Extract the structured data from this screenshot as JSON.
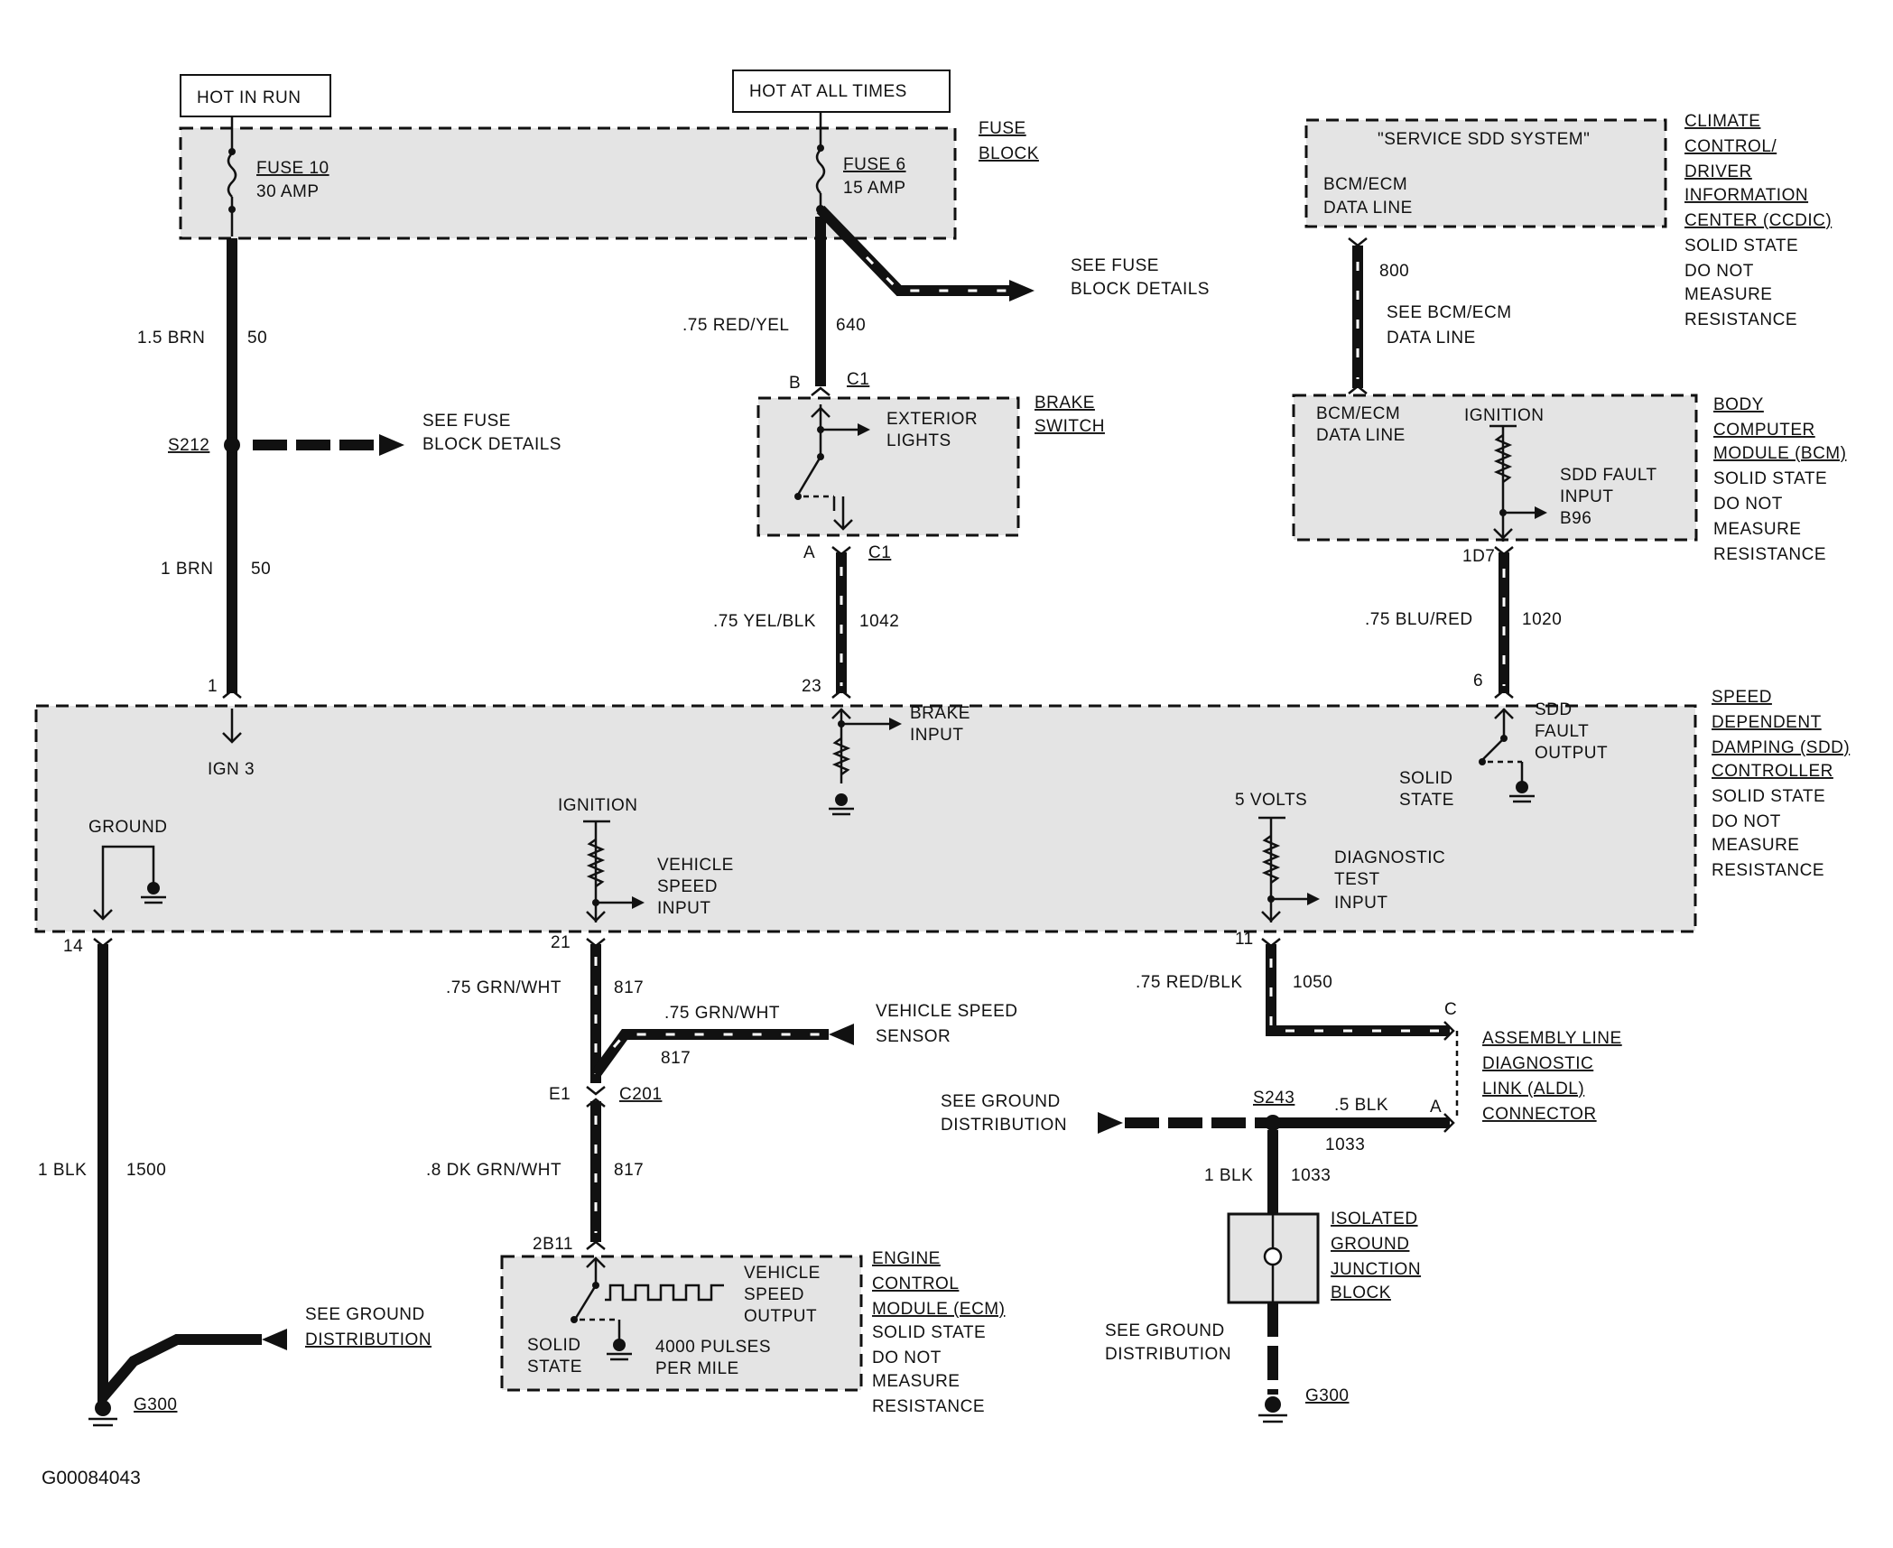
{
  "tags": {
    "hot_in_run": "HOT IN RUN",
    "hot_at_all_times": "HOT AT ALL TIMES"
  },
  "fuse_block": {
    "title_1": "FUSE",
    "title_2": "BLOCK",
    "fuse10_name": "FUSE 10",
    "fuse10_rating": "30 AMP",
    "fuse6_name": "FUSE 6",
    "fuse6_rating": "15 AMP"
  },
  "ccdic": {
    "message": "\"SERVICE SDD SYSTEM\"",
    "dataline_1": "BCM/ECM",
    "dataline_2": "DATA LINE",
    "title_lines": [
      "CLIMATE",
      "CONTROL/",
      "DRIVER",
      "INFORMATION",
      "CENTER (CCDIC)"
    ],
    "note_lines": [
      "SOLID STATE",
      "DO NOT",
      "MEASURE",
      "RESISTANCE"
    ]
  },
  "bcm": {
    "dataline_1": "BCM/ECM",
    "dataline_2": "DATA LINE",
    "ignition": "IGNITION",
    "fault_1": "SDD FAULT",
    "fault_2": "INPUT",
    "fault_3": "B96",
    "title_lines": [
      "BODY",
      "COMPUTER",
      "MODULE (BCM)"
    ],
    "note_lines": [
      "SOLID STATE",
      "DO NOT",
      "MEASURE",
      "RESISTANCE"
    ]
  },
  "brake_switch": {
    "title_1": "BRAKE",
    "title_2": "SWITCH",
    "ext_1": "EXTERIOR",
    "ext_2": "LIGHTS",
    "pin_b": "B",
    "pin_a": "A",
    "conn_top": "C1",
    "conn_bot": "C1"
  },
  "sdd": {
    "ign3": "IGN 3",
    "ground": "GROUND",
    "ignition": "IGNITION",
    "vss_1": "VEHICLE",
    "vss_2": "SPEED",
    "vss_3": "INPUT",
    "brake_1": "BRAKE",
    "brake_2": "INPUT",
    "five_volts": "5 VOLTS",
    "diag_1": "DIAGNOSTIC",
    "diag_2": "TEST",
    "diag_3": "INPUT",
    "fault_1": "SDD",
    "fault_2": "FAULT",
    "fault_3": "OUTPUT",
    "solid_1": "SOLID",
    "solid_2": "STATE",
    "title_lines": [
      "SPEED",
      "DEPENDENT",
      "DAMPING (SDD)",
      "CONTROLLER"
    ],
    "note_lines": [
      "SOLID STATE",
      "DO NOT",
      "MEASURE",
      "RESISTANCE"
    ]
  },
  "ecm": {
    "out_1": "VEHICLE",
    "out_2": "SPEED",
    "out_3": "OUTPUT",
    "solid_1": "SOLID",
    "solid_2": "STATE",
    "pulses_1": "4000 PULSES",
    "pulses_2": "PER MILE",
    "title_lines": [
      "ENGINE",
      "CONTROL",
      "MODULE (ECM)"
    ],
    "note_lines": [
      "SOLID STATE",
      "DO NOT",
      "MEASURE",
      "RESISTANCE"
    ]
  },
  "aldl": {
    "title_lines": [
      "ASSEMBLY LINE",
      "DIAGNOSTIC",
      "LINK (ALDL)",
      "CONNECTOR"
    ],
    "pin_c": "C",
    "pin_a": "A"
  },
  "igjb": {
    "title_lines": [
      "ISOLATED",
      "GROUND",
      "JUNCTION",
      "BLOCK"
    ]
  },
  "wires": {
    "w1_gauge": "1.5 BRN",
    "w1_circuit": "50",
    "w2_gauge": "1 BRN",
    "w2_circuit": "50",
    "w3_gauge": ".75 RED/YEL",
    "w3_circuit": "640",
    "w4_gauge": ".75 YEL/BLK",
    "w4_circuit": "1042",
    "w5_circuit": "800",
    "w6_gauge": ".75 BLU/RED",
    "w6_circuit": "1020",
    "w7_gauge": "1 BLK",
    "w7_circuit": "1500",
    "w8_gauge": ".75 GRN/WHT",
    "w8_circuit": "817",
    "w9_gauge": ".75 GRN/WHT",
    "w9_circuit": "817",
    "w10_gauge": ".8 DK GRN/WHT",
    "w10_circuit": "817",
    "w11_gauge": ".75 RED/BLK",
    "w11_circuit": "1050",
    "w12_gauge": ".5 BLK",
    "w12_circuit": "1033",
    "w13_gauge": "1 BLK",
    "w13_circuit": "1033"
  },
  "pins": {
    "p1": "1",
    "p23": "23",
    "p6": "6",
    "p1d7": "1D7",
    "p14": "14",
    "p21": "21",
    "p11": "11",
    "e1": "E1",
    "c201": "C201",
    "p2b11": "2B11"
  },
  "splices": {
    "s212": "S212",
    "s243": "S243"
  },
  "grounds": {
    "g300a": "G300",
    "g300b": "G300"
  },
  "refs": {
    "fuse_details_a_1": "SEE FUSE",
    "fuse_details_a_2": "BLOCK DETAILS",
    "fuse_details_b_1": "SEE FUSE",
    "fuse_details_b_2": "BLOCK DETAILS",
    "bcm_dataline_1": "SEE BCM/ECM",
    "bcm_dataline_2": "DATA LINE",
    "vss_1": "VEHICLE SPEED",
    "vss_2": "SENSOR",
    "gnd_a_1": "SEE GROUND",
    "gnd_a_2": "DISTRIBUTION",
    "gnd_b_1": "SEE GROUND",
    "gnd_b_2": "DISTRIBUTION",
    "gnd_c_1": "SEE GROUND",
    "gnd_c_2": "DISTRIBUTION"
  },
  "figure_id": "G00084043"
}
